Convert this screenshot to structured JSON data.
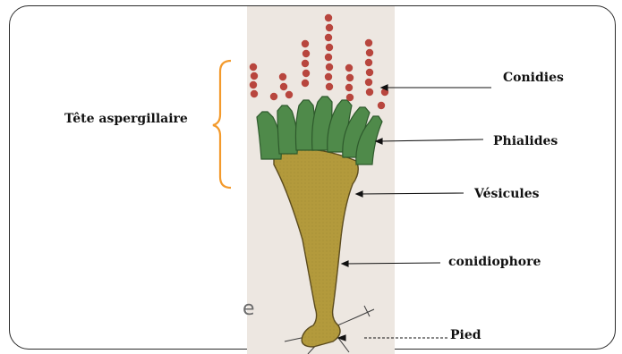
{
  "labels": {
    "tete": "Tête aspergillaire",
    "conidies": "Conidies",
    "phialides": "Phialides",
    "vesicules": "Vésicules",
    "conidiophore": "conidiophore",
    "pied": "Pied"
  },
  "scan_artifact_letter": "e",
  "colors": {
    "conidia": "#b8463e",
    "phialide": "#4f8a4a",
    "phialide_stroke": "#2e5a2c",
    "vesicle": "#b39a3c",
    "vesicle_stroke": "#5b4b1e",
    "brace": "#f39a2c",
    "arrow": "#111111",
    "photo_background": "#ede7e1"
  }
}
